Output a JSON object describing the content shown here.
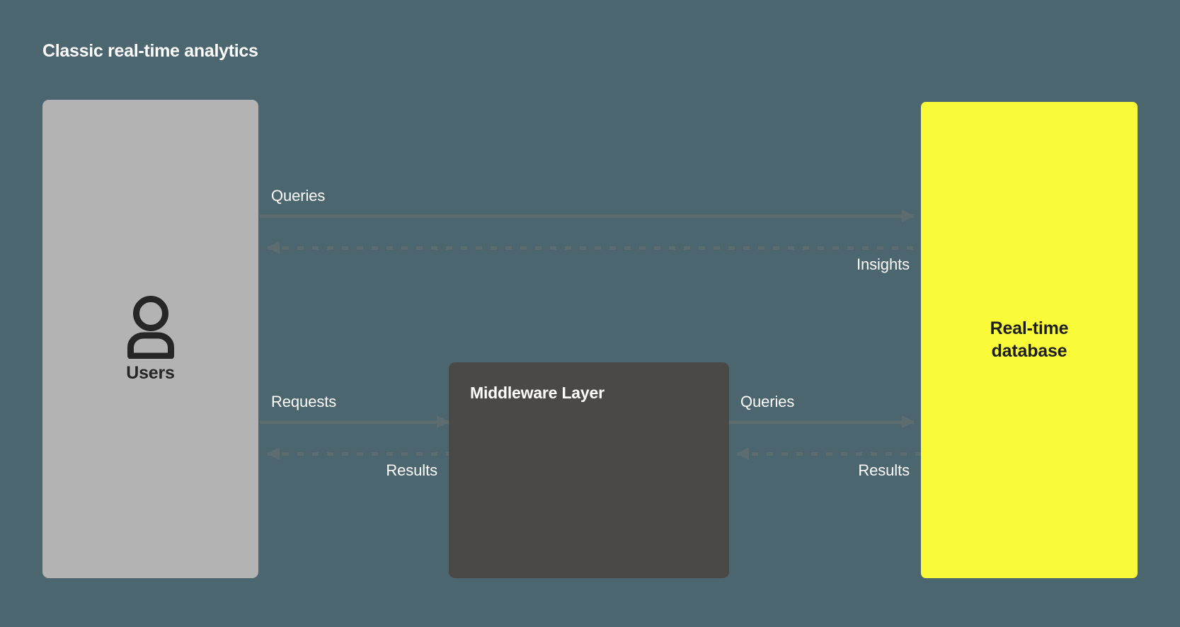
{
  "diagram": {
    "title": "Classic real-time analytics",
    "background_color": "#4c6670",
    "nodes": {
      "users": {
        "label": "Users",
        "icon": "user-icon",
        "fill_color": "#b3b3b3",
        "text_color": "#262626"
      },
      "middleware": {
        "label": "Middleware Layer",
        "fill_color": "#4b4947",
        "text_color": "#ffffff"
      },
      "database": {
        "label": "Real-time\ndatabase",
        "fill_color": "#f9fb38",
        "text_color": "#1d1d1d"
      }
    },
    "connectors": [
      {
        "id": "users-to-database-queries",
        "label": "Queries",
        "style": "solid",
        "direction": "right",
        "from": "Users",
        "to": "Real-time database"
      },
      {
        "id": "database-to-users-insights",
        "label": "Insights",
        "style": "dashed",
        "direction": "left",
        "from": "Real-time database",
        "to": "Users"
      },
      {
        "id": "users-to-middleware-requests",
        "label": "Requests",
        "style": "solid",
        "direction": "right",
        "from": "Users",
        "to": "Middleware Layer"
      },
      {
        "id": "middleware-to-users-results",
        "label": "Results",
        "style": "dashed",
        "direction": "left",
        "from": "Middleware Layer",
        "to": "Users"
      },
      {
        "id": "middleware-to-database-queries",
        "label": "Queries",
        "style": "solid",
        "direction": "right",
        "from": "Middleware Layer",
        "to": "Real-time database"
      },
      {
        "id": "database-to-middleware-results",
        "label": "Results",
        "style": "dashed",
        "direction": "left",
        "from": "Real-time database",
        "to": "Middleware Layer"
      }
    ],
    "line_color": "#5d6c6f"
  }
}
